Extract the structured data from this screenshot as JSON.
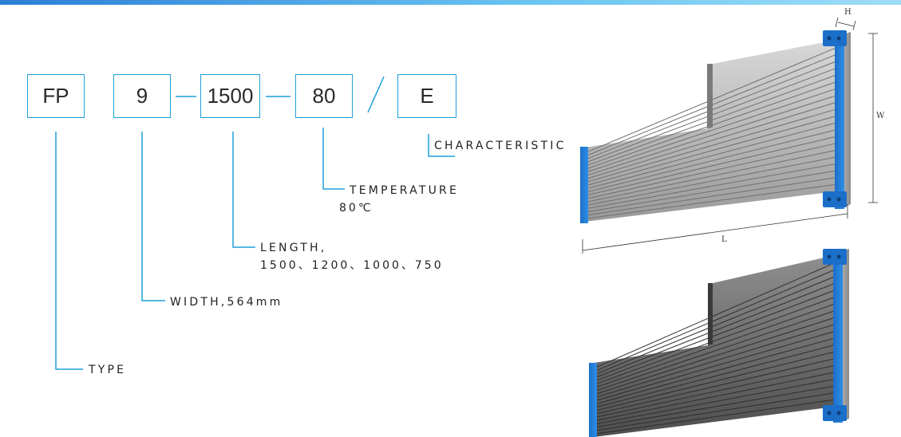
{
  "code": {
    "type": "FP",
    "width": "9",
    "length": "1500",
    "temperature": "80",
    "characteristic": "E"
  },
  "labels": {
    "characteristic": "CHARACTERISTIC",
    "temperature": "TEMPERATURE",
    "temperature_value": "80℃",
    "length": "LENGTH,",
    "length_values": "1500、1200、1000、750",
    "width": "WIDTH,564mm",
    "type": "TYPE"
  },
  "dimensions": {
    "height": "H",
    "width": "W",
    "length": "L"
  },
  "colors": {
    "accent": "#1fa0dc",
    "endcap_blue": "#1b6fc9",
    "topbar": "#4aa8e8"
  }
}
